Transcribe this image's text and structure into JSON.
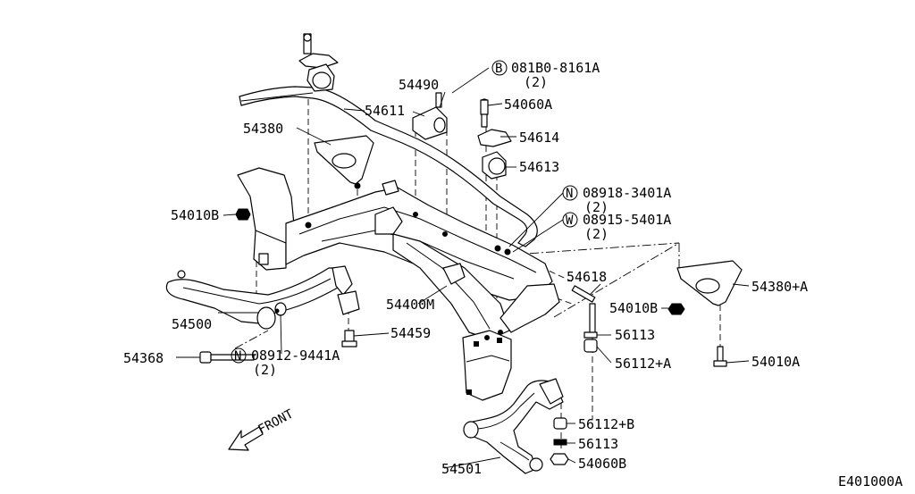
{
  "diagram": {
    "code": "E401000A",
    "front_label": "FRONT",
    "labels": {
      "p54490": "54490",
      "p54611": "54611",
      "p54380": "54380",
      "p54010b_left": "54010B",
      "p54500": "54500",
      "p54368": "54368",
      "p54459": "54459",
      "p54400m": "54400M",
      "p54501": "54501",
      "p54060a": "54060A",
      "p54614": "54614",
      "p54613": "54613",
      "p54618": "54618",
      "p54010b_right": "54010B",
      "p54380a": "54380+A",
      "p56113_top": "56113",
      "p56112a": "56112+A",
      "p54010a": "54010A",
      "p56112b": "56112+B",
      "p56113_bottom": "56113",
      "p54060b": "54060B"
    },
    "callouts": {
      "bolt_b": {
        "marker": "B",
        "text": "081B0-8161A",
        "qty": "(2)"
      },
      "nut_n1": {
        "marker": "N",
        "text": "08918-3401A",
        "qty": "(2)"
      },
      "washer_w": {
        "marker": "W",
        "text": "08915-5401A",
        "qty": "(2)"
      },
      "nut_n2": {
        "marker": "N",
        "text": "08912-9441A",
        "qty": "(2)"
      }
    }
  }
}
